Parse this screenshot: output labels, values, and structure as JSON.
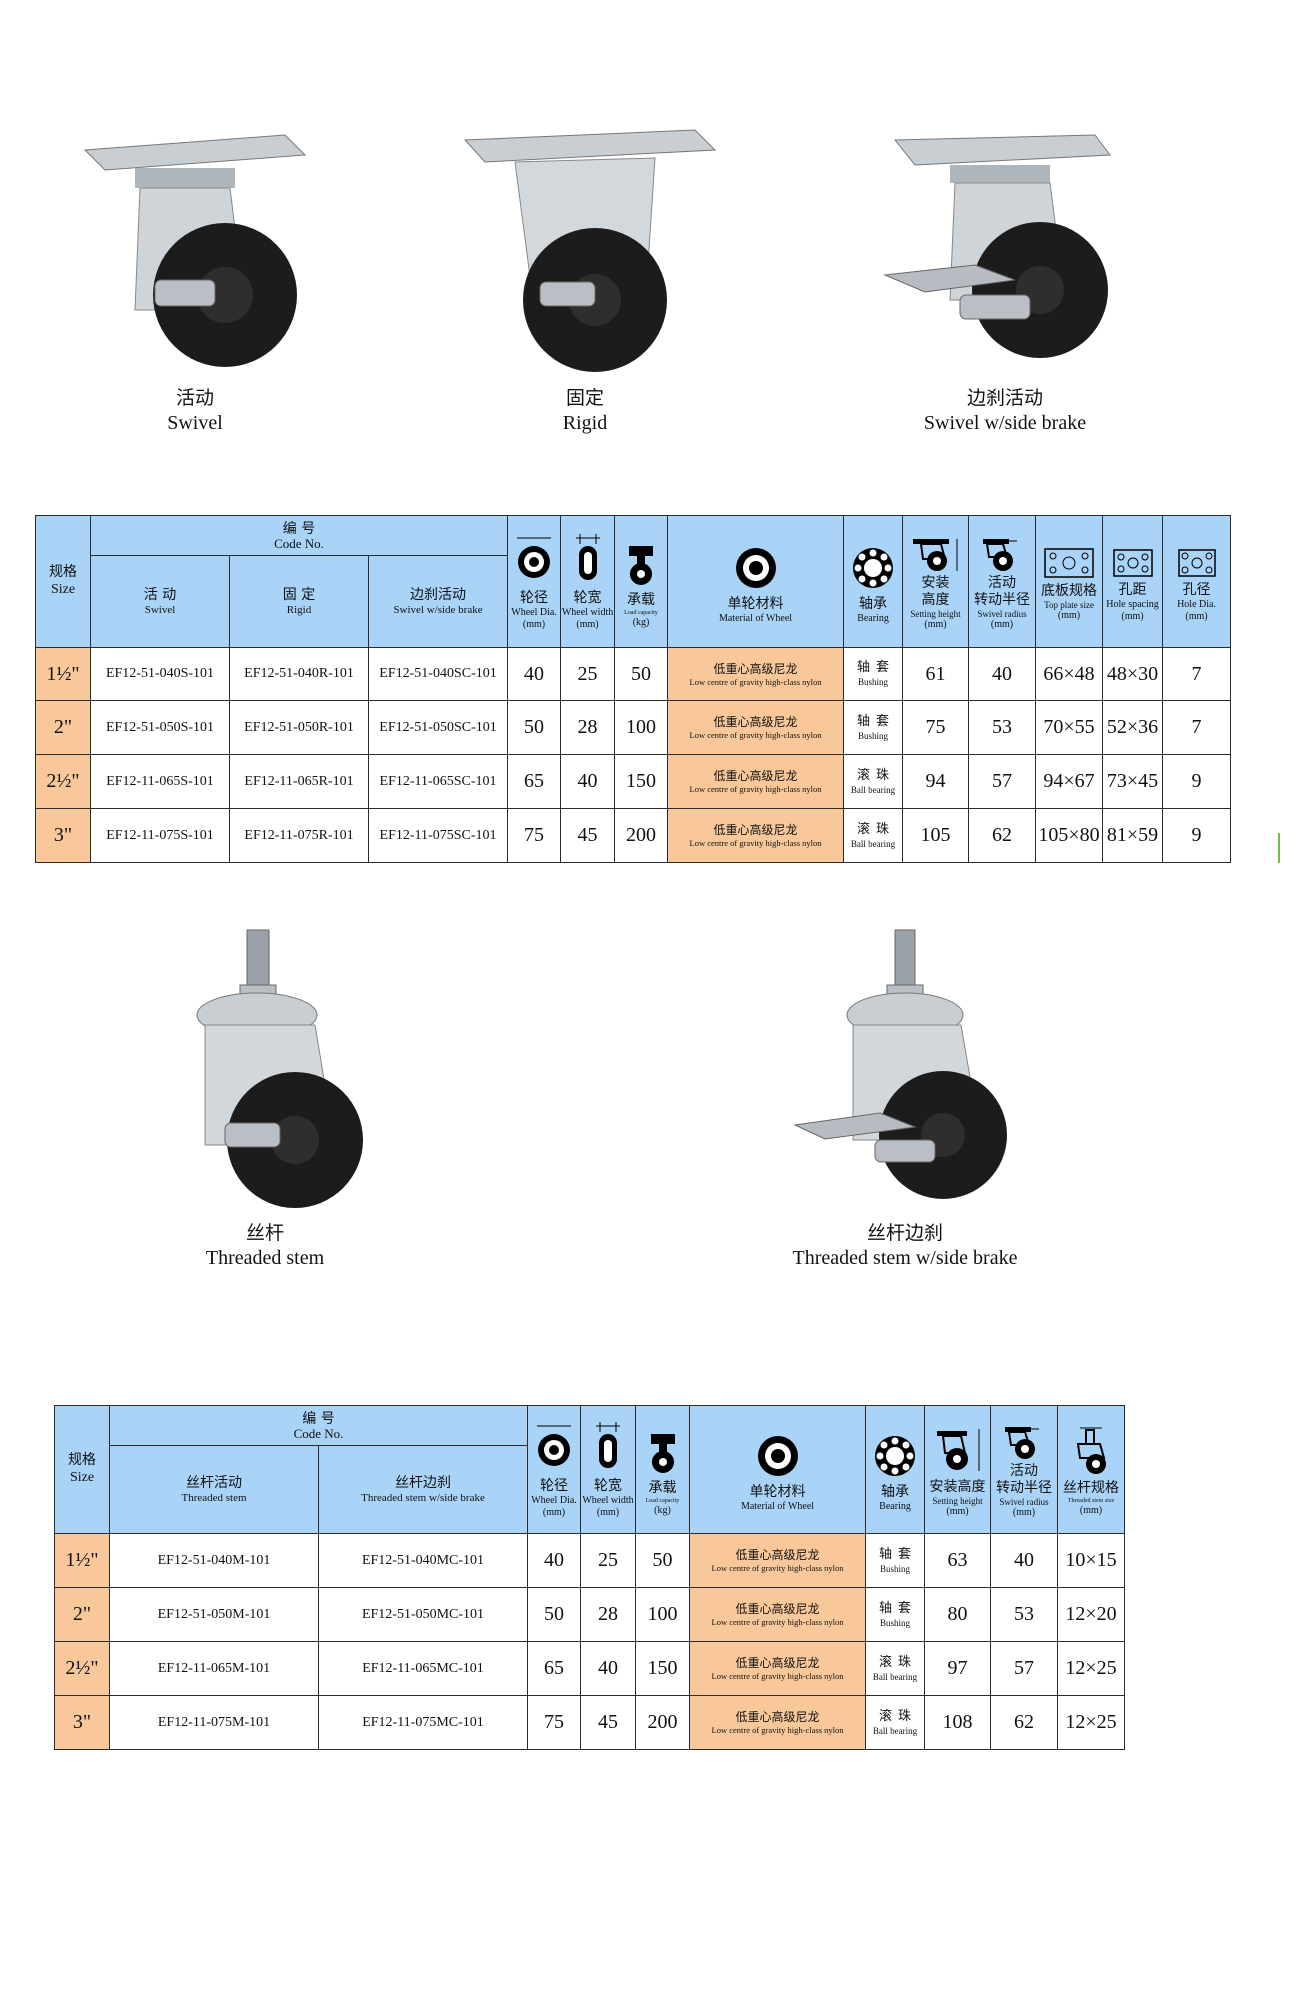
{
  "products_top": [
    {
      "zh": "活动",
      "en": "Swivel",
      "icon": "swivel-caster-photo"
    },
    {
      "zh": "固定",
      "en": "Rigid",
      "icon": "rigid-caster-photo"
    },
    {
      "zh": "边刹活动",
      "en": "Swivel w/side brake",
      "icon": "swivel-brake-caster-photo"
    }
  ],
  "products_bottom": [
    {
      "zh": "丝杆",
      "en": "Threaded stem",
      "icon": "threaded-stem-caster-photo"
    },
    {
      "zh": "丝杆边刹",
      "en": "Threaded stem w/side brake",
      "icon": "threaded-stem-brake-caster-photo"
    }
  ],
  "table1": {
    "size": {
      "zh": "规格",
      "en": "Size"
    },
    "code": {
      "zh": "编    号",
      "en": "Code No."
    },
    "code_cols": [
      {
        "zh": "活  动",
        "en": "Swivel"
      },
      {
        "zh": "固  定",
        "en": "Rigid"
      },
      {
        "zh": "边刹活动",
        "en": "Swivel w/side brake"
      }
    ],
    "spec_cols": [
      {
        "zh": "轮径",
        "en": "Wheel Dia.",
        "unit": "(mm)",
        "icon": "wheel-diameter-icon"
      },
      {
        "zh": "轮宽",
        "en": "Wheel width",
        "unit": "(mm)",
        "icon": "wheel-width-icon"
      },
      {
        "zh": "承载",
        "en": "Load capacity",
        "unit": "(kg)",
        "icon": "load-capacity-icon"
      },
      {
        "zh": "单轮材料",
        "en": "Material of Wheel",
        "unit": "",
        "icon": "wheel-material-icon"
      },
      {
        "zh": "轴承",
        "en": "Bearing",
        "unit": "",
        "icon": "bearing-icon"
      },
      {
        "zh1": "安装",
        "zh": "高度",
        "en": "Setting height",
        "unit": "(mm)",
        "icon": "setting-height-icon"
      },
      {
        "zh1": "活动",
        "zh": "转动半径",
        "en": "Swivel radius",
        "unit": "(mm)",
        "icon": "swivel-radius-icon"
      },
      {
        "zh": "底板规格",
        "en": "Top plate size",
        "unit": "(mm)",
        "icon": "top-plate-icon"
      },
      {
        "zh": "孔距",
        "en": "Hole spacing",
        "unit": "(mm)",
        "icon": "hole-spacing-icon"
      },
      {
        "zh": "孔径",
        "en": "Hole Dia.",
        "unit": "(mm)",
        "icon": "hole-dia-icon"
      }
    ],
    "rows": [
      {
        "size": "1½\"",
        "codes": [
          "EF12-51-040S-101",
          "EF12-51-040R-101",
          "EF12-51-040SC-101"
        ],
        "dia": "40",
        "width": "25",
        "load": "50",
        "mat_zh": "低重心高级尼龙",
        "mat_en": "Low centre of gravity high-class nylon",
        "bear_zh": "轴套",
        "bear_en": "Bushing",
        "height": "61",
        "radius": "40",
        "plate": "66×48",
        "spacing": "48×30",
        "hole": "7"
      },
      {
        "size": "2\"",
        "codes": [
          "EF12-51-050S-101",
          "EF12-51-050R-101",
          "EF12-51-050SC-101"
        ],
        "dia": "50",
        "width": "28",
        "load": "100",
        "mat_zh": "低重心高级尼龙",
        "mat_en": "Low centre of gravity high-class nylon",
        "bear_zh": "轴套",
        "bear_en": "Bushing",
        "height": "75",
        "radius": "53",
        "plate": "70×55",
        "spacing": "52×36",
        "hole": "7"
      },
      {
        "size": "2½\"",
        "codes": [
          "EF12-11-065S-101",
          "EF12-11-065R-101",
          "EF12-11-065SC-101"
        ],
        "dia": "65",
        "width": "40",
        "load": "150",
        "mat_zh": "低重心高级尼龙",
        "mat_en": "Low centre of gravity high-class nylon",
        "bear_zh": "滚珠",
        "bear_en": "Ball bearing",
        "height": "94",
        "radius": "57",
        "plate": "94×67",
        "spacing": "73×45",
        "hole": "9"
      },
      {
        "size": "3\"",
        "codes": [
          "EF12-11-075S-101",
          "EF12-11-075R-101",
          "EF12-11-075SC-101"
        ],
        "dia": "75",
        "width": "45",
        "load": "200",
        "mat_zh": "低重心高级尼龙",
        "mat_en": "Low centre of gravity high-class nylon",
        "bear_zh": "滚珠",
        "bear_en": "Ball bearing",
        "height": "105",
        "radius": "62",
        "plate": "105×80",
        "spacing": "81×59",
        "hole": "9"
      }
    ]
  },
  "table2": {
    "size": {
      "zh": "规格",
      "en": "Size"
    },
    "code": {
      "zh": "编    号",
      "en": "Code No."
    },
    "code_cols": [
      {
        "zh": "丝杆活动",
        "en": "Threaded stem"
      },
      {
        "zh": "丝杆边刹",
        "en": "Threaded stem w/side brake"
      }
    ],
    "spec_cols": [
      {
        "zh": "轮径",
        "en": "Wheel Dia.",
        "unit": "(mm)",
        "icon": "wheel-diameter-icon"
      },
      {
        "zh": "轮宽",
        "en": "Wheel width",
        "unit": "(mm)",
        "icon": "wheel-width-icon"
      },
      {
        "zh": "承载",
        "en": "Load capacity",
        "unit": "(kg)",
        "icon": "load-capacity-icon"
      },
      {
        "zh": "单轮材料",
        "en": "Material of Wheel",
        "unit": "",
        "icon": "wheel-material-icon"
      },
      {
        "zh": "轴承",
        "en": "Bearing",
        "unit": "",
        "icon": "bearing-icon"
      },
      {
        "zh": "安装高度",
        "en": "Setting height",
        "unit": "(mm)",
        "icon": "setting-height-icon"
      },
      {
        "zh1": "活动",
        "zh": "转动半径",
        "en": "Swivel radius",
        "unit": "(mm)",
        "icon": "swivel-radius-icon"
      },
      {
        "zh": "丝杆规格",
        "en": "Threaded stem size",
        "unit": "(mm)",
        "icon": "threaded-stem-icon"
      }
    ],
    "rows": [
      {
        "size": "1½\"",
        "codes": [
          "EF12-51-040M-101",
          "EF12-51-040MC-101"
        ],
        "dia": "40",
        "width": "25",
        "load": "50",
        "mat_zh": "低重心高级尼龙",
        "mat_en": "Low centre of gravity high-class nylon",
        "bear_zh": "轴套",
        "bear_en": "Bushing",
        "height": "63",
        "radius": "40",
        "stem": "10×15"
      },
      {
        "size": "2\"",
        "codes": [
          "EF12-51-050M-101",
          "EF12-51-050MC-101"
        ],
        "dia": "50",
        "width": "28",
        "load": "100",
        "mat_zh": "低重心高级尼龙",
        "mat_en": "Low centre of gravity high-class nylon",
        "bear_zh": "轴套",
        "bear_en": "Bushing",
        "height": "80",
        "radius": "53",
        "stem": "12×20"
      },
      {
        "size": "2½\"",
        "codes": [
          "EF12-11-065M-101",
          "EF12-11-065MC-101"
        ],
        "dia": "65",
        "width": "40",
        "load": "150",
        "mat_zh": "低重心高级尼龙",
        "mat_en": "Low centre of gravity high-class nylon",
        "bear_zh": "滚珠",
        "bear_en": "Ball bearing",
        "height": "97",
        "radius": "57",
        "stem": "12×25"
      },
      {
        "size": "3\"",
        "codes": [
          "EF12-11-075M-101",
          "EF12-11-075MC-101"
        ],
        "dia": "75",
        "width": "45",
        "load": "200",
        "mat_zh": "低重心高级尼龙",
        "mat_en": "Low centre of gravity high-class nylon",
        "bear_zh": "滚珠",
        "bear_en": "Ball bearing",
        "height": "108",
        "radius": "62",
        "stem": "12×25"
      }
    ]
  }
}
